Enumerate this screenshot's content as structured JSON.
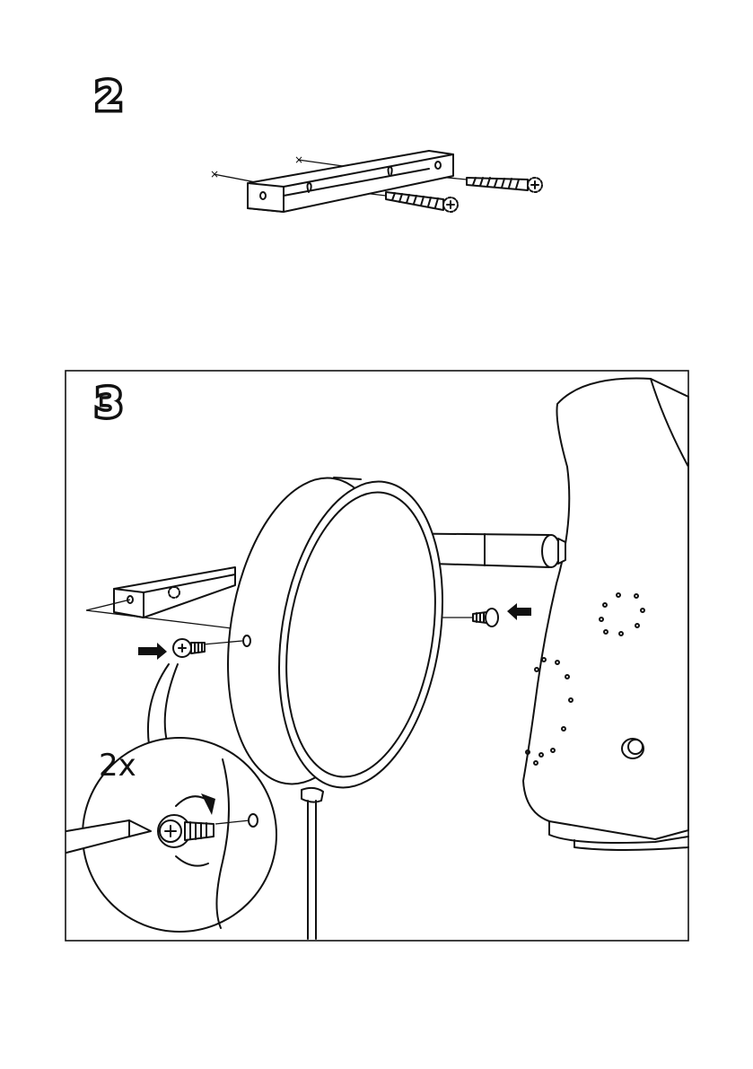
{
  "steps": [
    {
      "number": "2"
    },
    {
      "number": "3",
      "quantity_label": "2x"
    }
  ]
}
